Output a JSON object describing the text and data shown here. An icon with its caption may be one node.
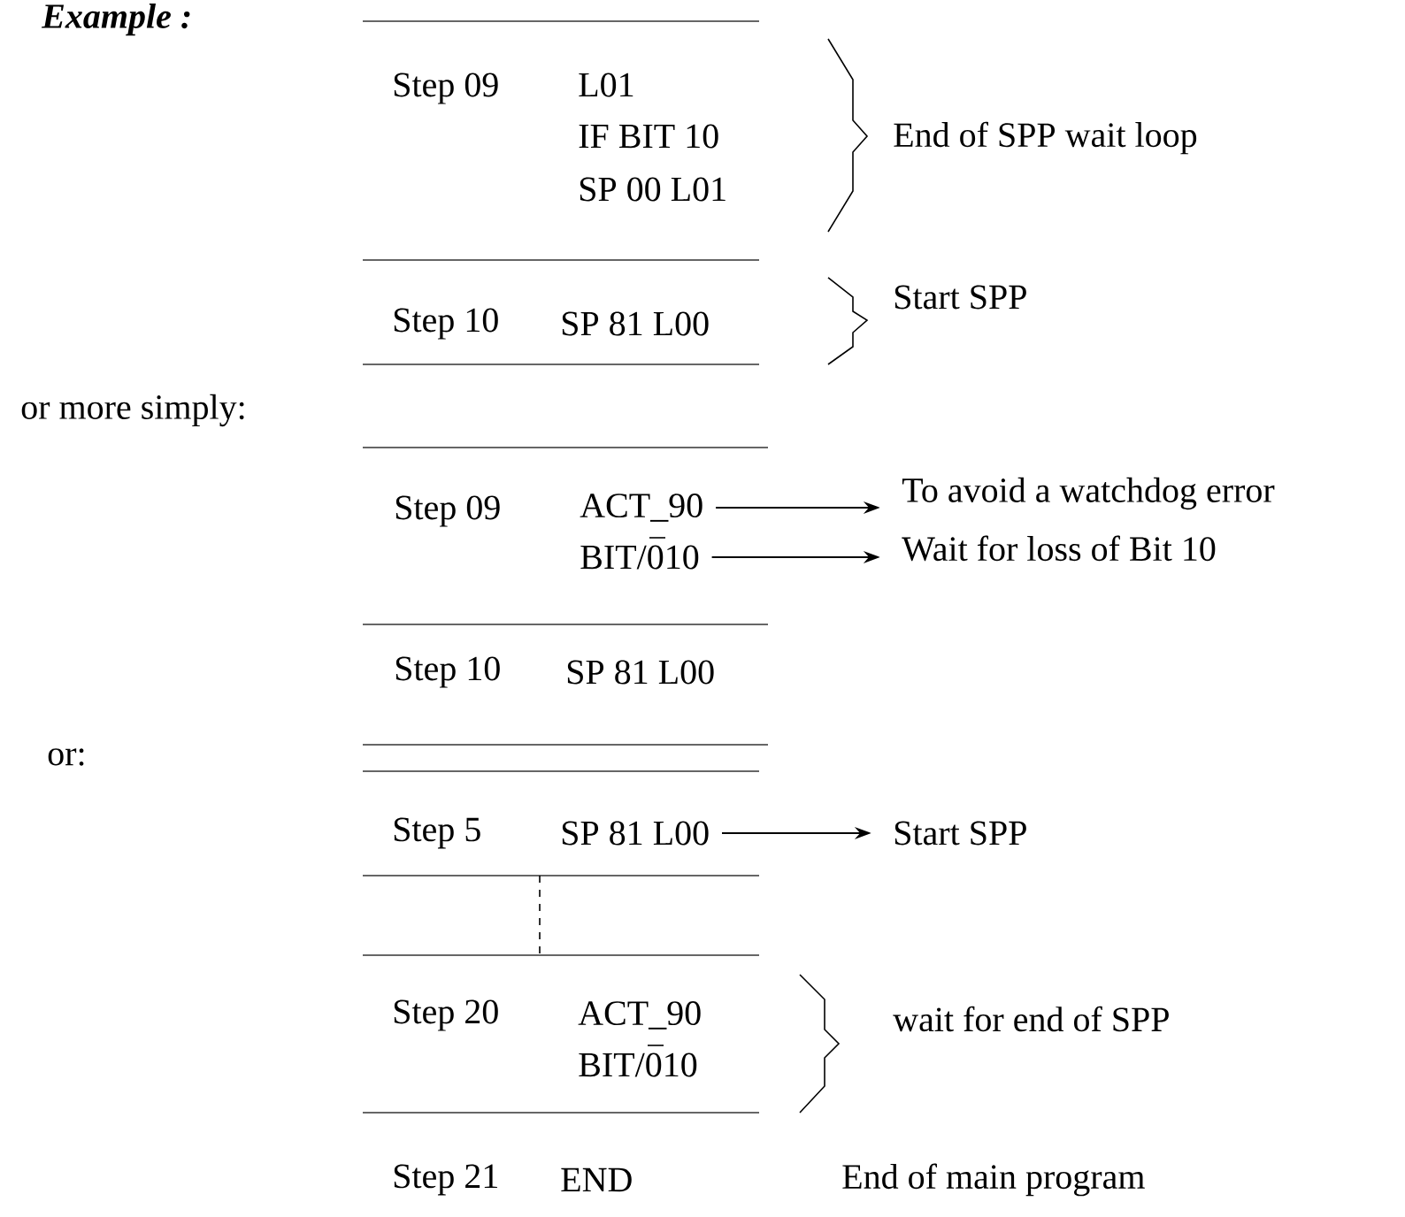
{
  "diagram": {
    "nodes": [
      {
        "text": [
          "ACT_90"
        ]
      },
      {
        "text": [
          "To avoid a watchdog error"
        ]
      },
      {
        "text": [
          "BIT/010"
        ]
      },
      {
        "text": [
          "Wait for loss of Bit 10"
        ]
      },
      {
        "text": [
          "SP 81 L00"
        ]
      },
      {
        "text": [
          "Start SPP"
        ]
      }
    ],
    "edges": [
      {
        "from": 0,
        "to": 1,
        "arrow": "to"
      },
      {
        "from": 2,
        "to": 3,
        "arrow": "to"
      },
      {
        "from": 4,
        "to": 5,
        "arrow": "to"
      }
    ],
    "labels": [
      "Example :",
      "Step 09",
      "L01",
      "IF BIT 10",
      "SP 00 L01",
      "End of SPP wait loop",
      "Start SPP",
      "Step 10",
      "SP 81 L00",
      "or more simply:",
      "Step 09",
      "Step 10",
      "SP 81 L00",
      "or:",
      "Step 5",
      "Step 20",
      "ACT_90",
      "BIT/010",
      "wait for end of SPP",
      "Step 21",
      "END",
      "End of main program"
    ]
  }
}
